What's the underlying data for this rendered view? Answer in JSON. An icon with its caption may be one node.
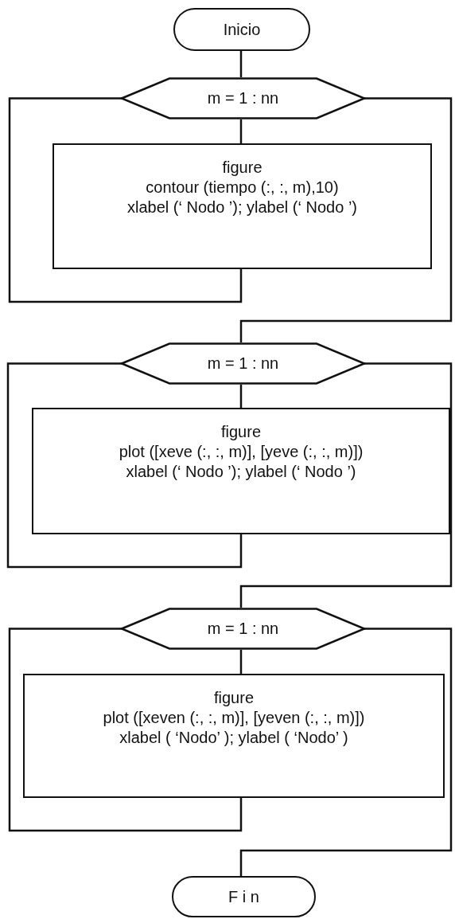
{
  "diagram": {
    "nodes": [
      {
        "text": [
          "Inicio"
        ]
      },
      {
        "text": [
          "m = 1 : nn"
        ]
      },
      {
        "text": [
          "figure",
          "contour (tiempo (:, :, m),10)",
          "xlabel (‘ Nodo ’); ylabel (‘ Nodo ’)"
        ]
      },
      {
        "text": [
          "m = 1 : nn"
        ]
      },
      {
        "text": [
          "figure",
          "plot ([xeve (:, :, m)], [yeve (:, :, m)])",
          "xlabel (‘ Nodo ’); ylabel (‘ Nodo ’)"
        ]
      },
      {
        "text": [
          "m = 1 : nn"
        ]
      },
      {
        "text": [
          "figure",
          "plot ([xeven (:, :, m)], [yeven (:, :, m)])",
          "xlabel ( ‘Nodo’ ); ylabel ( ‘Nodo’ )"
        ]
      },
      {
        "text": [
          "F i n"
        ]
      }
    ],
    "edges": [
      {
        "from": 0,
        "to": 1,
        "arrow": "none"
      },
      {
        "from": 1,
        "to": 2,
        "arrow": "none"
      },
      {
        "from": 2,
        "to": 1,
        "arrow": "none"
      },
      {
        "from": 1,
        "to": 3,
        "arrow": "none"
      },
      {
        "from": 3,
        "to": 4,
        "arrow": "none"
      },
      {
        "from": 4,
        "to": 3,
        "arrow": "none"
      },
      {
        "from": 3,
        "to": 5,
        "arrow": "none"
      },
      {
        "from": 5,
        "to": 6,
        "arrow": "none"
      },
      {
        "from": 6,
        "to": 5,
        "arrow": "none"
      },
      {
        "from": 5,
        "to": 7,
        "arrow": "none"
      }
    ]
  }
}
